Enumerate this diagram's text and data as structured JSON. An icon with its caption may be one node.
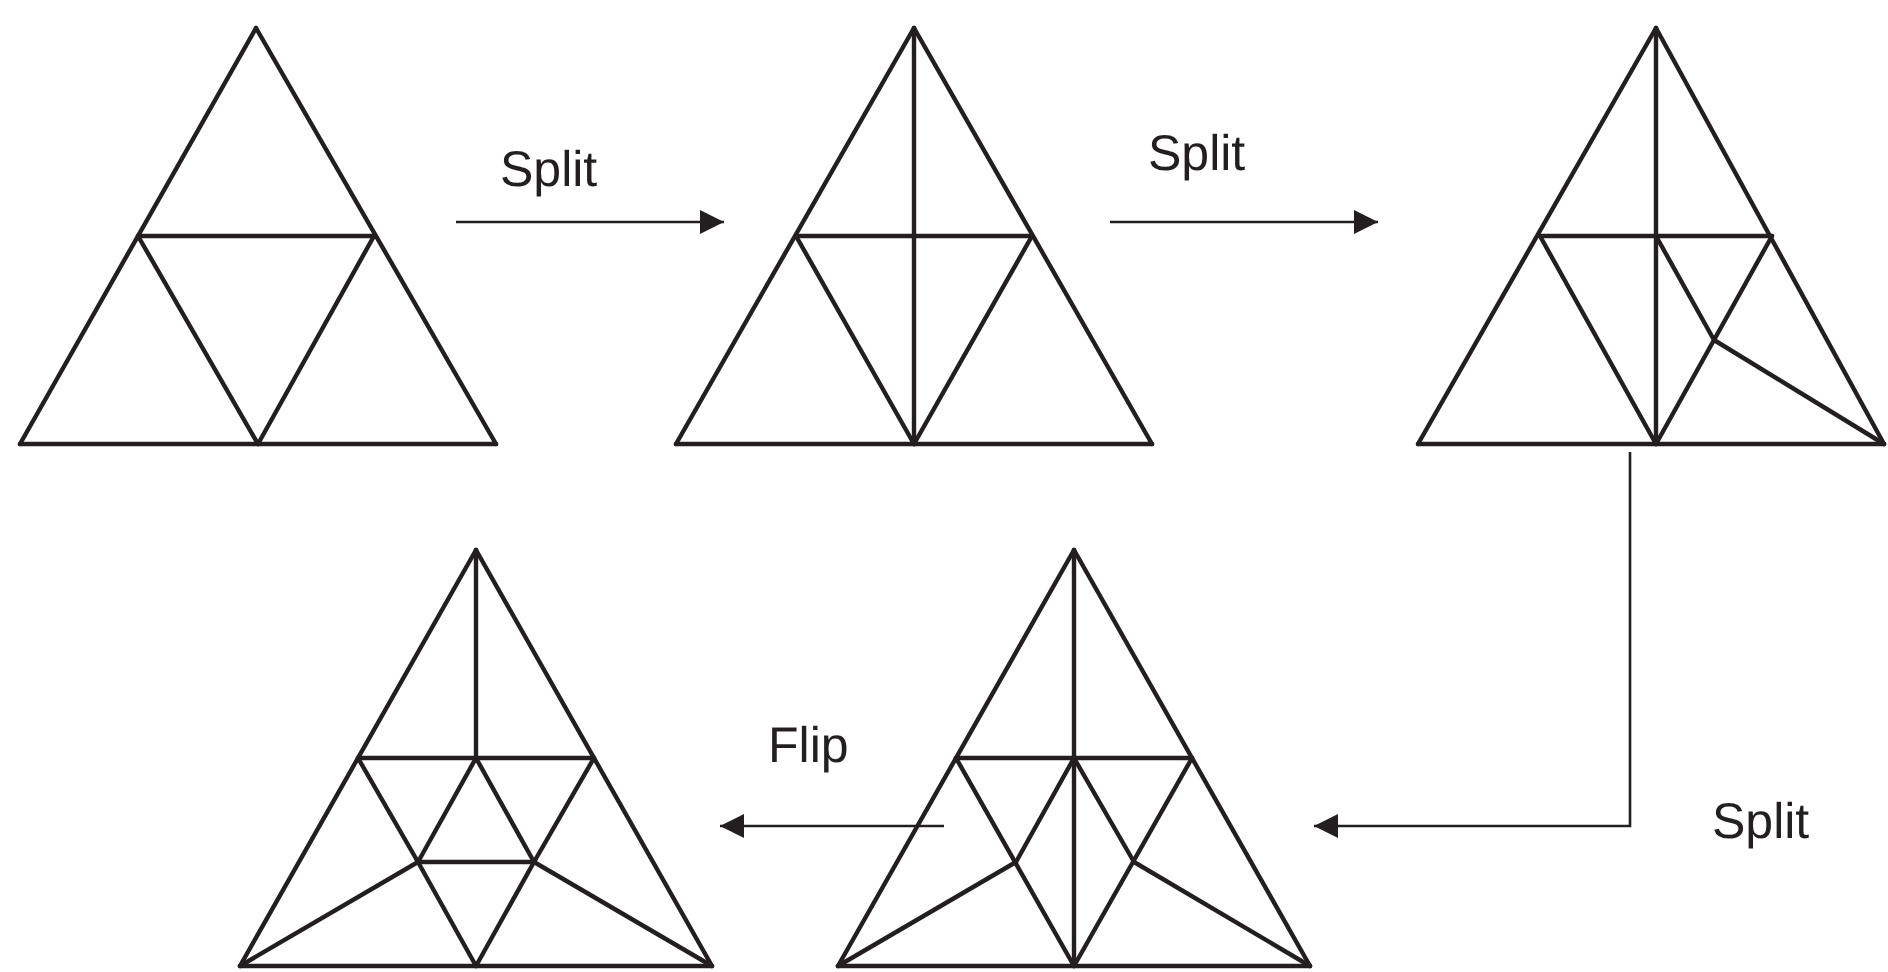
{
  "diagram": {
    "nodes": [
      {
        "text": [],
        "shape": "picture"
      },
      {
        "text": [],
        "shape": "picture"
      },
      {
        "text": [],
        "shape": "picture"
      },
      {
        "text": [],
        "shape": "picture"
      },
      {
        "text": [],
        "shape": "picture"
      }
    ],
    "edges": [
      {
        "from": 0,
        "to": 1,
        "arrow": "to",
        "label": "Split"
      },
      {
        "from": 1,
        "to": 2,
        "arrow": "to",
        "label": "Split"
      },
      {
        "from": 2,
        "to": 4,
        "arrow": "to",
        "label": "Split"
      },
      {
        "from": 4,
        "to": 3,
        "arrow": "to",
        "label": "Flip"
      }
    ]
  }
}
